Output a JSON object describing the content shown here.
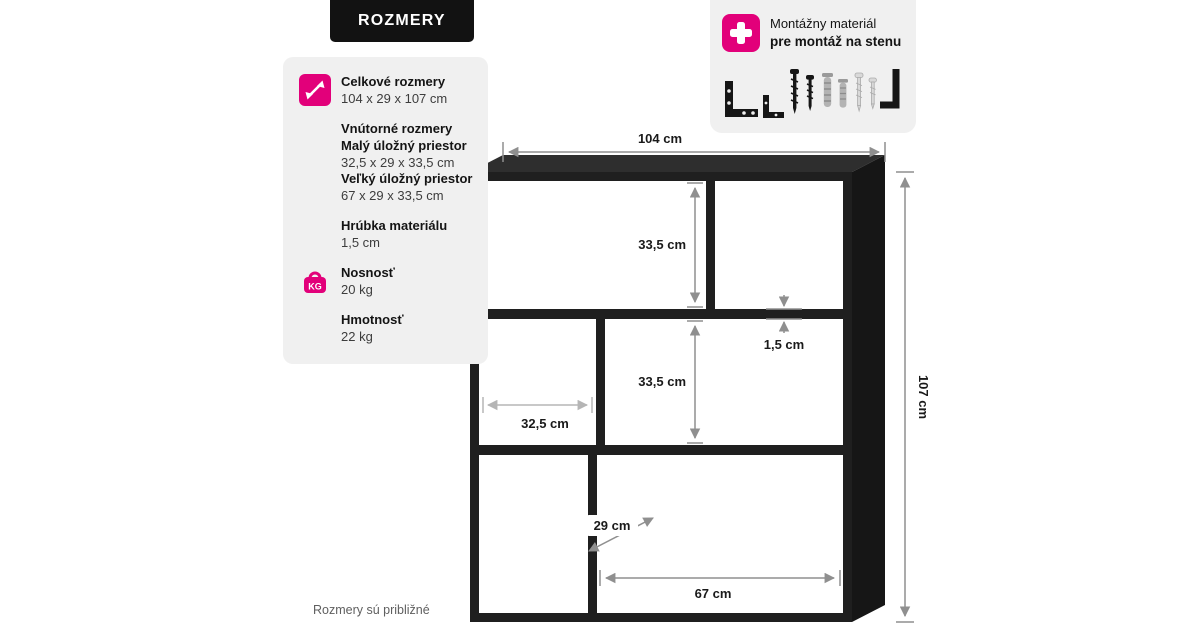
{
  "meta": {
    "footnote": "Rozmery sú približné"
  },
  "colors": {
    "accent": "#e2007a",
    "panel": "#f0f0f0",
    "ink": "#141414",
    "shelf": "#1f1f1f",
    "dim_line": "#8f8f8f"
  },
  "header": {
    "title": "ROZMERY"
  },
  "specs": {
    "overall": {
      "title": "Celkové rozmery",
      "value": "104 x 29 x 107 cm",
      "icon": "diagonal-arrows"
    },
    "inner": {
      "title": "Vnútorné rozmery",
      "small_label": "Malý úložný priestor",
      "small_value": "32,5 x 29 x 33,5 cm",
      "large_label": "Veľký úložný priestor",
      "large_value": "67 x 29 x 33,5 cm"
    },
    "thickness": {
      "title": "Hrúbka materiálu",
      "value": "1,5 cm"
    },
    "capacity": {
      "title": "Nosnosť",
      "value": "20 kg",
      "icon": "kg-weight",
      "icon_label": "KG"
    },
    "weight": {
      "title": "Hmotnosť",
      "value": "22 kg"
    }
  },
  "mounting": {
    "line1": "Montážny materiál",
    "line2": "pre montáž na stenu",
    "icon": "plus",
    "hardware": [
      "angle-bracket",
      "angle-bracket",
      "screw",
      "screw",
      "wall-plug",
      "wall-plug",
      "screw-light",
      "screw-light",
      "allen-key"
    ]
  },
  "dims": {
    "width": "104 cm",
    "height": "107 cm",
    "cell_height_top": "33,5 cm",
    "cell_height_mid": "33,5 cm",
    "thickness": "1,5 cm",
    "small_width": "32,5 cm",
    "depth": "29 cm",
    "large_width": "67 cm"
  }
}
